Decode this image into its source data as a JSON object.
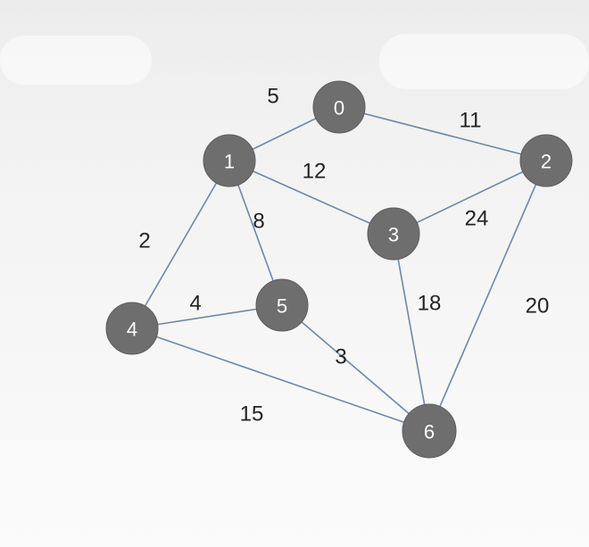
{
  "graph": {
    "nodes": [
      {
        "id": "0",
        "label": "0"
      },
      {
        "id": "1",
        "label": "1"
      },
      {
        "id": "2",
        "label": "2"
      },
      {
        "id": "3",
        "label": "3"
      },
      {
        "id": "4",
        "label": "4"
      },
      {
        "id": "5",
        "label": "5"
      },
      {
        "id": "6",
        "label": "6"
      }
    ],
    "edges": [
      {
        "from": "0",
        "to": "1",
        "weight": "5"
      },
      {
        "from": "0",
        "to": "2",
        "weight": "11"
      },
      {
        "from": "1",
        "to": "3",
        "weight": "12"
      },
      {
        "from": "1",
        "to": "5",
        "weight": "8"
      },
      {
        "from": "1",
        "to": "4",
        "weight": "2"
      },
      {
        "from": "2",
        "to": "3",
        "weight": "24"
      },
      {
        "from": "2",
        "to": "6",
        "weight": "20"
      },
      {
        "from": "3",
        "to": "6",
        "weight": "18"
      },
      {
        "from": "4",
        "to": "5",
        "weight": "4"
      },
      {
        "from": "5",
        "to": "6",
        "weight": "3"
      },
      {
        "from": "4",
        "to": "6",
        "weight": "15"
      }
    ],
    "colors": {
      "node_fill": "#6e6e6e",
      "node_text": "#ffffff",
      "edge": "#6f87a8",
      "weight_text": "#222222"
    }
  }
}
